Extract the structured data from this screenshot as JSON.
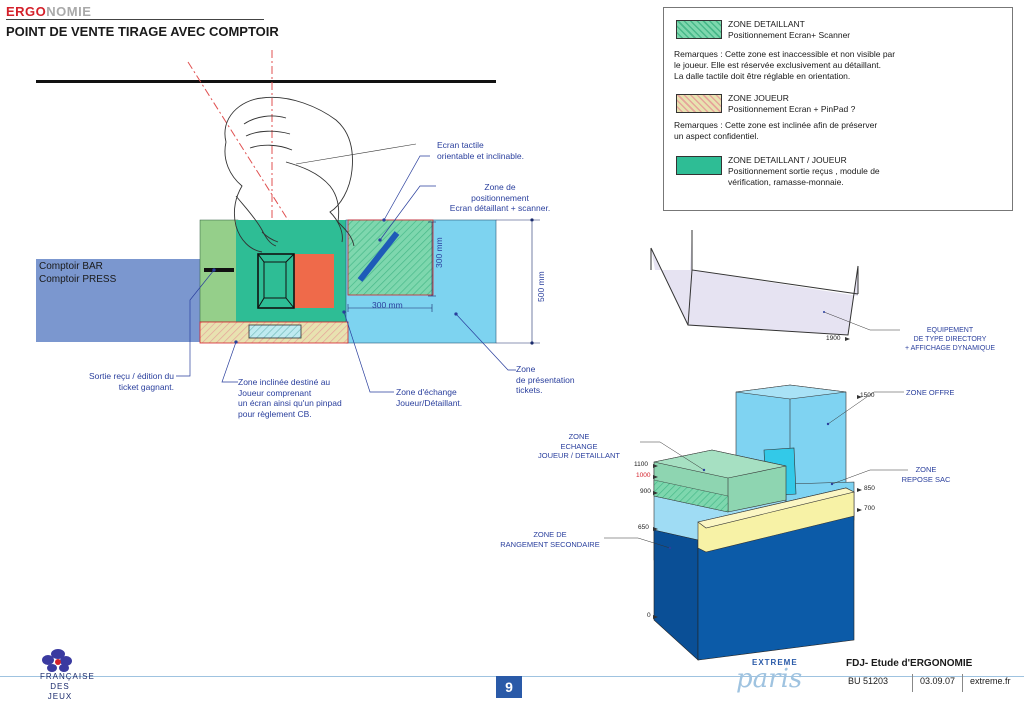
{
  "header": {
    "brand_part1": "ERGO",
    "brand_part2": "NOMIE",
    "title": "POINT DE VENTE TIRAGE AVEC COMPTOIR"
  },
  "plan": {
    "counter_bar": "Comptoir BAR",
    "counter_press": "Comptoir PRESS",
    "dim_300_vertical": "300 mm",
    "dim_300_horizontal": "300 mm",
    "dim_500": "500 mm",
    "callout_ecran": [
      "Ecran tactile",
      "orientable et inclinable."
    ],
    "callout_zone_pos": [
      "Zone de",
      "positionnement",
      "Ecran détaillant + scanner."
    ],
    "callout_sortie": [
      "Sortie reçu / édition du",
      "ticket gagnant."
    ],
    "callout_inclinee": [
      "Zone inclinée destiné au",
      "Joueur comprenant",
      "un écran ainsi qu'un pinpad",
      "pour règlement CB."
    ],
    "callout_echange": [
      "Zone d'échange",
      "Joueur/Détaillant."
    ],
    "callout_presentation": [
      "Zone",
      "de présentation",
      "tickets."
    ]
  },
  "legend": {
    "item1_title": "ZONE DETAILLANT",
    "item1_sub": "Positionnement Ecran+ Scanner",
    "remark1": [
      "Remarques : Cette zone est inaccessible et non visible par",
      "le joueur. Elle est réservée exclusivement au détaillant.",
      "La dalle tactile doit être réglable en orientation."
    ],
    "item2_title": "ZONE JOUEUR",
    "item2_sub": "Positionnement Ecran + PinPad ?",
    "remark2": [
      "Remarques : Cette zone est inclinée afin de préserver",
      "un aspect confidentiel."
    ],
    "item3_title": "ZONE DETAILLANT / JOUEUR",
    "item3_sub": [
      "Positionnement sortie reçus , module de",
      "vérification, ramasse-monnaie."
    ]
  },
  "equipment": {
    "label": [
      "EQUIPEMENT",
      "DE TYPE DIRECTORY",
      "+ AFFICHAGE DYNAMIQUE"
    ],
    "height_1900": "1900"
  },
  "iso": {
    "zone_offre": "ZONE OFFRE",
    "zone_echange": [
      "ZONE",
      "ECHANGE",
      "JOUEUR / DETAILLANT"
    ],
    "zone_sac": [
      "ZONE",
      "REPOSE SAC"
    ],
    "zone_rangement": [
      "ZONE DE",
      "RANGEMENT SECONDAIRE"
    ],
    "h1500": "1500",
    "h1100": "1100",
    "h1000": "1000",
    "h900": "900",
    "h850": "850",
    "h700": "700",
    "h650": "650",
    "h0": "0"
  },
  "footer": {
    "page": "9",
    "extreme_label": "EXTREME",
    "paris_label": "paris",
    "fdj_title": "FDJ-  Etude d'ERGONOMIE",
    "bu": "BU  51203",
    "date": "03.09.07",
    "site": "extreme.fr",
    "logo_line1": "FRANÇAISE",
    "logo_line2": "DES JEUX"
  },
  "colors": {
    "green_light": "#95cf8a",
    "teal": "#2ebd95",
    "hatch_green": "#6fd2a8",
    "blue_light": "#7dd3f0",
    "blue_counter": "#7b97cf",
    "orange": "#ef6a4a",
    "cyan_block": "#33c9e8",
    "dark_blue": "#0c5ba8",
    "cream": "#f7f2a6",
    "red_line": "#d4202a"
  }
}
